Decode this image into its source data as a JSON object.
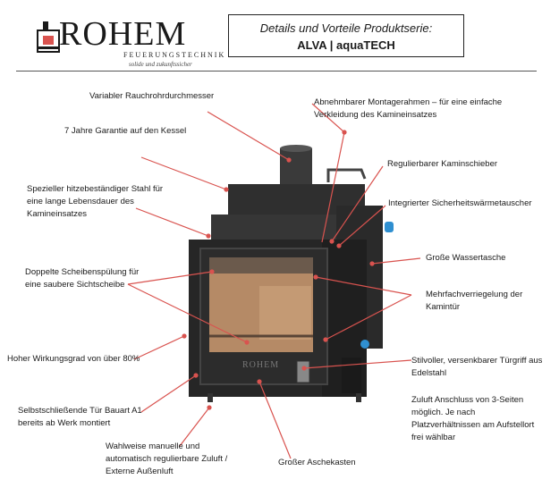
{
  "header": {
    "logo_text": "ROHEM",
    "logo_subtitle": "FEUERUNGSTECHNIK",
    "logo_tagline": "solide und zukunftssicher",
    "title": "Details und Vorteile Produktserie:",
    "subtitle": "ALVA | aquaTECH"
  },
  "stove": {
    "brand_plate": "ROHEM"
  },
  "colors": {
    "callout": "#d9534f",
    "stove_dark": "#2b2b2b",
    "stove_mid": "#3a3a3a",
    "glass": "#b58a66",
    "water_connector": "#2f8fd0"
  },
  "labels": {
    "l1": [
      "Variabler Rauchrohrdurchmesser"
    ],
    "l2": [
      "7 Jahre Garantie auf den Kessel"
    ],
    "l3": [
      "Spezieller hitzebeständiger Stahl für",
      "eine lange Lebensdauer des",
      "Kamineinsatzes"
    ],
    "l4": [
      "Doppelte Scheibenspülung für",
      "eine saubere Sichtscheibe"
    ],
    "l5": [
      "Hoher Wirkungsgrad von über 80%"
    ],
    "l6": [
      "Selbstschließende Tür Bauart A1",
      "bereits ab Werk montiert"
    ],
    "l7": [
      "Wahlweise manuelle und",
      "automatisch regulierbare Zuluft /",
      "Externe Außenluft"
    ],
    "l8": [
      "Großer Aschekasten"
    ],
    "r1": [
      "Abnehmbarer Montagerahmen – für eine einfache",
      "Verkleidung des Kamineinsatzes"
    ],
    "r2": [
      "Regulierbarer Kaminschieber"
    ],
    "r3": [
      "Integrierter Sicherheitswärmetauscher"
    ],
    "r4": [
      "Große Wassertasche"
    ],
    "r5": [
      "Mehrfachverriegelung der",
      "Kamintür"
    ],
    "r6": [
      "Stilvoller, versenkbarer Türgriff aus",
      "Edelstahl"
    ],
    "r7": [
      "Zuluft Anschluss von 3-Seiten",
      "möglich. Je nach",
      "Platzverhältnissen am Aufstellort",
      "frei wählbar"
    ]
  }
}
